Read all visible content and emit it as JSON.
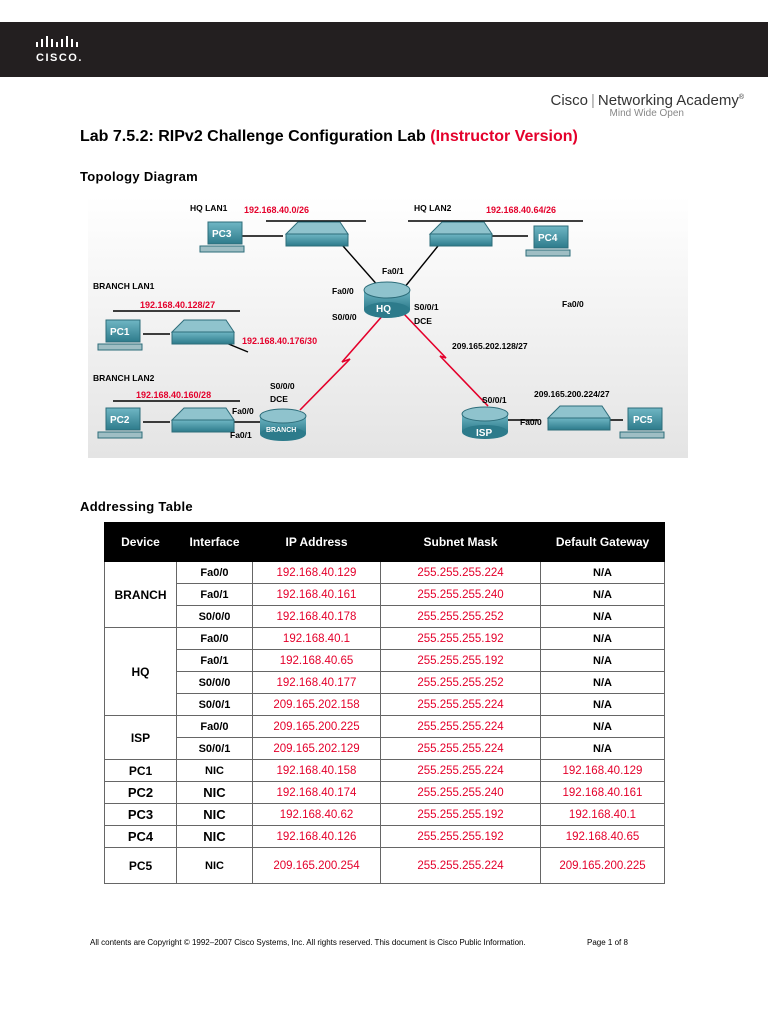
{
  "brand": {
    "logo_text": "CISCO.",
    "academy_left": "Cisco",
    "academy_right": "Networking Academy",
    "tagline": "Mind Wide Open"
  },
  "title": {
    "main": "Lab 7.5.2: RIPv2 Challenge Configuration Lab",
    "highlight": "(Instructor Version)"
  },
  "topology": {
    "heading": "Topology Diagram",
    "labels": {
      "hq_lan1": "HQ LAN1",
      "hq_lan1_net": "192.168.40.0/26",
      "hq_lan2": "HQ LAN2",
      "hq_lan2_net": "192.168.40.64/26",
      "branch_lan1": "BRANCH LAN1",
      "branch_lan1_net": "192.168.40.128/27",
      "branch_lan2": "BRANCH LAN2",
      "branch_lan2_net": "192.168.40.160/28",
      "link_branch_hq": "192.168.40.176/30",
      "link_hq_isp": "209.165.202.128/27",
      "isp_lan": "209.165.200.224/27",
      "hq_fa01": "Fa0/1",
      "hq_fa00": "Fa0/0",
      "hq_s000": "S0/0/0",
      "hq_s001": "S0/0/1",
      "hq_dce": "DCE",
      "hq_fa00_right": "Fa0/0",
      "br_s000": "S0/0/0",
      "br_dce": "DCE",
      "br_fa00": "Fa0/0",
      "br_fa01": "Fa0/1",
      "isp_s001": "S0/0/1",
      "isp_fa00": "Fa0/0",
      "hq": "HQ",
      "branch": "BRANCH",
      "isp": "ISP",
      "pc1": "PC1",
      "pc2": "PC2",
      "pc3": "PC3",
      "pc4": "PC4",
      "pc5": "PC5"
    }
  },
  "addressing": {
    "heading": "Addressing Table",
    "columns": [
      "Device",
      "Interface",
      "IP Address",
      "Subnet Mask",
      "Default Gateway"
    ],
    "rows": [
      {
        "device": "BRANCH",
        "span": 3,
        "iface": "Fa0/0",
        "ip": "192.168.40.129",
        "mask": "255.255.255.224",
        "gw": "N/A"
      },
      {
        "iface": "Fa0/1",
        "ip": "192.168.40.161",
        "mask": "255.255.255.240",
        "gw": "N/A"
      },
      {
        "iface": "S0/0/0",
        "ip": "192.168.40.178",
        "mask": "255.255.255.252",
        "gw": "N/A"
      },
      {
        "device": "HQ",
        "span": 4,
        "iface": "Fa0/0",
        "ip": "192.168.40.1",
        "mask": "255.255.255.192",
        "gw": "N/A"
      },
      {
        "iface": "Fa0/1",
        "ip": "192.168.40.65",
        "mask": "255.255.255.192",
        "gw": "N/A"
      },
      {
        "iface": "S0/0/0",
        "ip": "192.168.40.177",
        "mask": "255.255.255.252",
        "gw": "N/A"
      },
      {
        "iface": "S0/0/1",
        "ip": "209.165.202.158",
        "mask": "255.255.255.224",
        "gw": "N/A"
      },
      {
        "device": "ISP",
        "span": 2,
        "iface": "Fa0/0",
        "ip": "209.165.200.225",
        "mask": "255.255.255.224",
        "gw": "N/A"
      },
      {
        "iface": "S0/0/1",
        "ip": "209.165.202.129",
        "mask": "255.255.255.224",
        "gw": "N/A"
      },
      {
        "device": "PC1",
        "span": 1,
        "iface": "NIC",
        "ip": "192.168.40.158",
        "mask": "255.255.255.224",
        "gw": "192.168.40.129"
      },
      {
        "device": "PC2",
        "span": 1,
        "iface": "NIC",
        "ip": "192.168.40.174",
        "mask": "255.255.255.240",
        "gw": "192.168.40.161",
        "big": true
      },
      {
        "device": "PC3",
        "span": 1,
        "iface": "NIC",
        "ip": "192.168.40.62",
        "mask": "255.255.255.192",
        "gw": "192.168.40.1",
        "big": true
      },
      {
        "device": "PC4",
        "span": 1,
        "iface": "NIC",
        "ip": "192.168.40.126",
        "mask": "255.255.255.192",
        "gw": "192.168.40.65",
        "big": true
      },
      {
        "device": "PC5",
        "span": 1,
        "iface": "NIC",
        "ip": "209.165.200.254",
        "mask": "255.255.255.224",
        "gw": "209.165.200.225",
        "tall": true
      }
    ]
  },
  "footer": {
    "copyright": "All contents are Copyright © 1992–2007 Cisco Systems, Inc. All rights reserved. This document is Cisco Public Information.",
    "page": "Page 1 of 8"
  },
  "colors": {
    "accent_red": "#e4002b",
    "header_bar": "#231f20",
    "device_teal": "#3a8fa0"
  }
}
